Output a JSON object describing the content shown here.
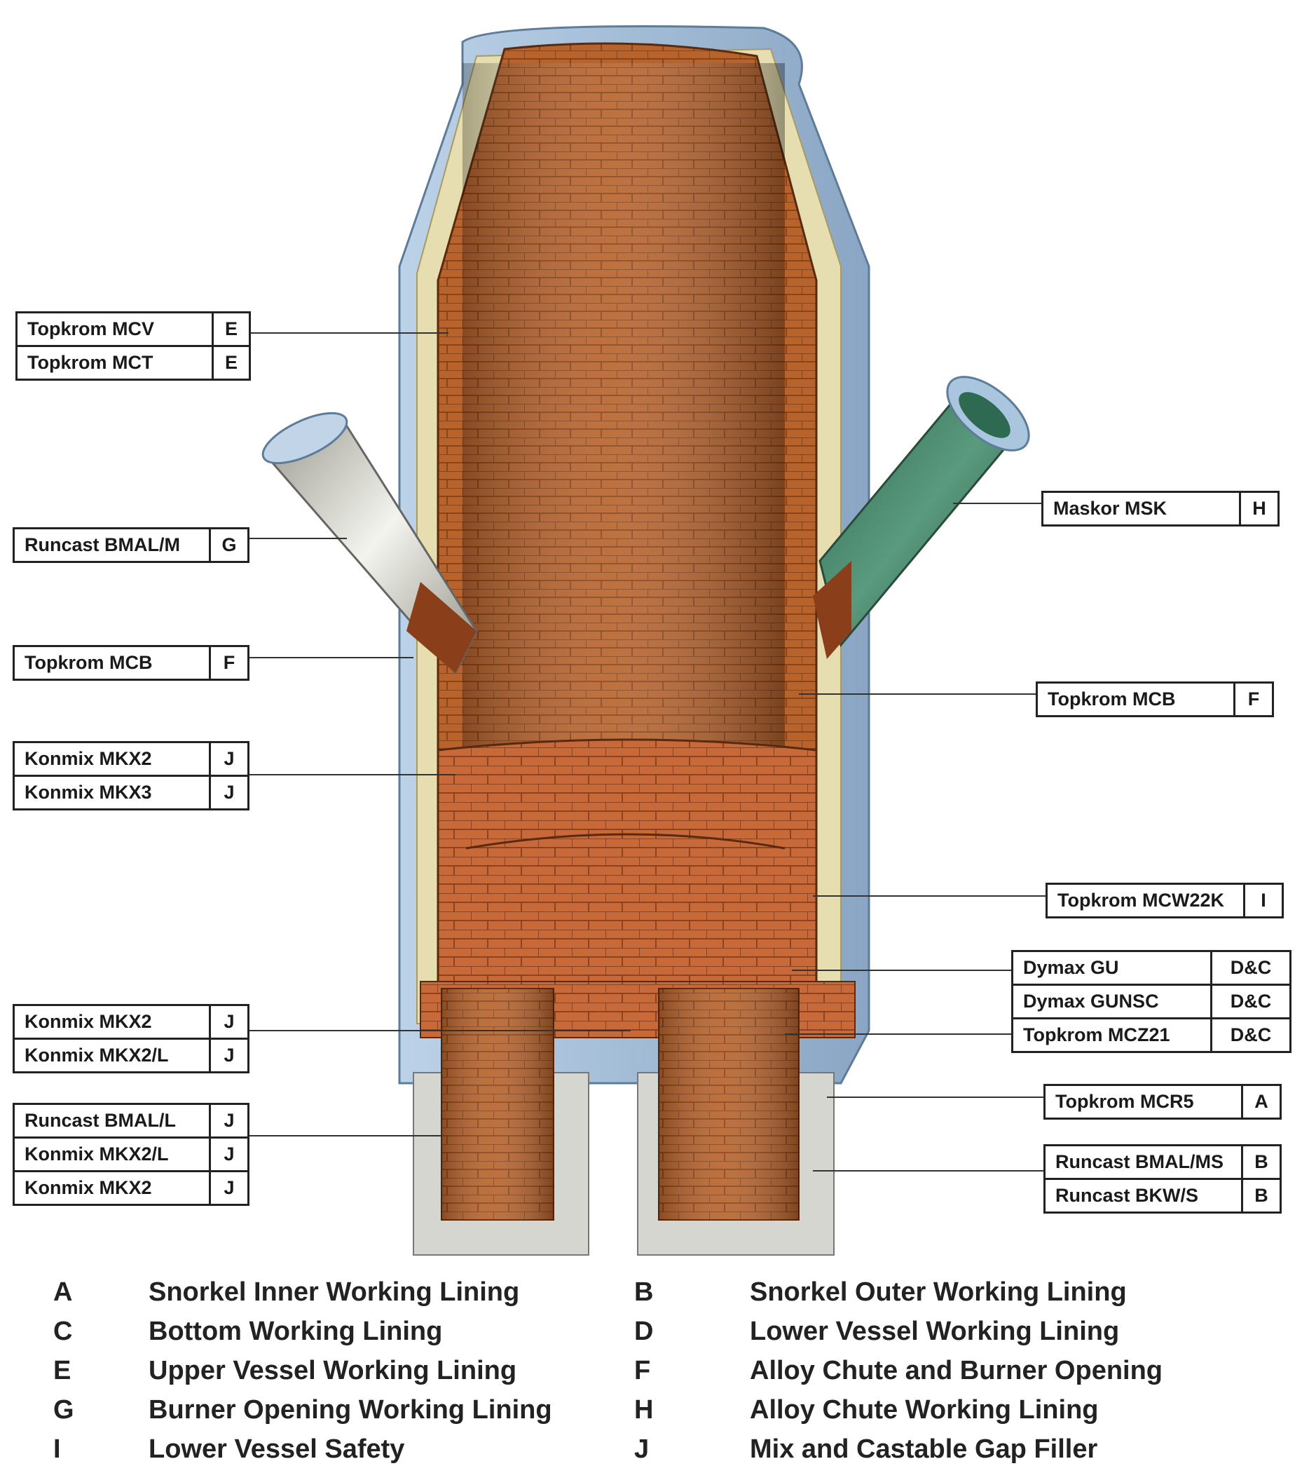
{
  "callouts": {
    "upper_vessel_left": {
      "rows": [
        {
          "name": "Topkrom MCV",
          "code": "E"
        },
        {
          "name": "Topkrom MCT",
          "code": "E"
        }
      ]
    },
    "burner_opening": {
      "rows": [
        {
          "name": "Runcast BMAL/M",
          "code": "G"
        }
      ]
    },
    "left_chute_opening": {
      "rows": [
        {
          "name": "Topkrom MCB",
          "code": "F"
        }
      ]
    },
    "left_gap_mid": {
      "rows": [
        {
          "name": "Konmix MKX2",
          "code": "J"
        },
        {
          "name": "Konmix MKX3",
          "code": "J"
        }
      ]
    },
    "left_gap_lower": {
      "rows": [
        {
          "name": "Konmix MKX2",
          "code": "J"
        },
        {
          "name": "Konmix MKX2/L",
          "code": "J"
        }
      ]
    },
    "left_snorkel": {
      "rows": [
        {
          "name": "Runcast BMAL/L",
          "code": "J"
        },
        {
          "name": "Konmix MKX2/L",
          "code": "J"
        },
        {
          "name": "Konmix MKX2",
          "code": "J"
        }
      ]
    },
    "alloy_chute": {
      "rows": [
        {
          "name": "Maskor MSK",
          "code": "H"
        }
      ]
    },
    "right_chute_opening": {
      "rows": [
        {
          "name": "Topkrom MCB",
          "code": "F"
        }
      ]
    },
    "lower_vessel_safety": {
      "rows": [
        {
          "name": "Topkrom MCW22K",
          "code": "I"
        }
      ]
    },
    "lower_vessel": {
      "rows": [
        {
          "name": "Dymax GU",
          "code": "D&C"
        },
        {
          "name": "Dymax GUNSC",
          "code": "D&C"
        },
        {
          "name": "Topkrom MCZ21",
          "code": "D&C"
        }
      ]
    },
    "snorkel_inner": {
      "rows": [
        {
          "name": "Topkrom MCR5",
          "code": "A"
        }
      ]
    },
    "snorkel_outer": {
      "rows": [
        {
          "name": "Runcast BMAL/MS",
          "code": "B"
        },
        {
          "name": "Runcast BKW/S",
          "code": "B"
        }
      ]
    }
  },
  "legend": [
    {
      "letter": "A",
      "text": "Snorkel Inner Working Lining"
    },
    {
      "letter": "B",
      "text": "Snorkel Outer Working Lining"
    },
    {
      "letter": "C",
      "text": "Bottom Working Lining"
    },
    {
      "letter": "D",
      "text": "Lower Vessel Working Lining"
    },
    {
      "letter": "E",
      "text": "Upper Vessel Working Lining"
    },
    {
      "letter": "F",
      "text": "Alloy Chute and Burner Opening"
    },
    {
      "letter": "G",
      "text": "Burner Opening Working Lining"
    },
    {
      "letter": "H",
      "text": "Alloy Chute Working Lining"
    },
    {
      "letter": "I",
      "text": "Lower Vessel Safety"
    },
    {
      "letter": "J",
      "text": "Mix and Castable Gap Filler"
    }
  ],
  "colors": {
    "brick": "#b8632c",
    "brick_dark": "#7a3a14",
    "brick_light": "#d4884a",
    "steel_shell": "#a9c3dc",
    "insulation": "#e6ddb0",
    "alloy_chute": "#3f7d63",
    "burner_pipe": "#cfcfc8",
    "outline": "#222222"
  }
}
